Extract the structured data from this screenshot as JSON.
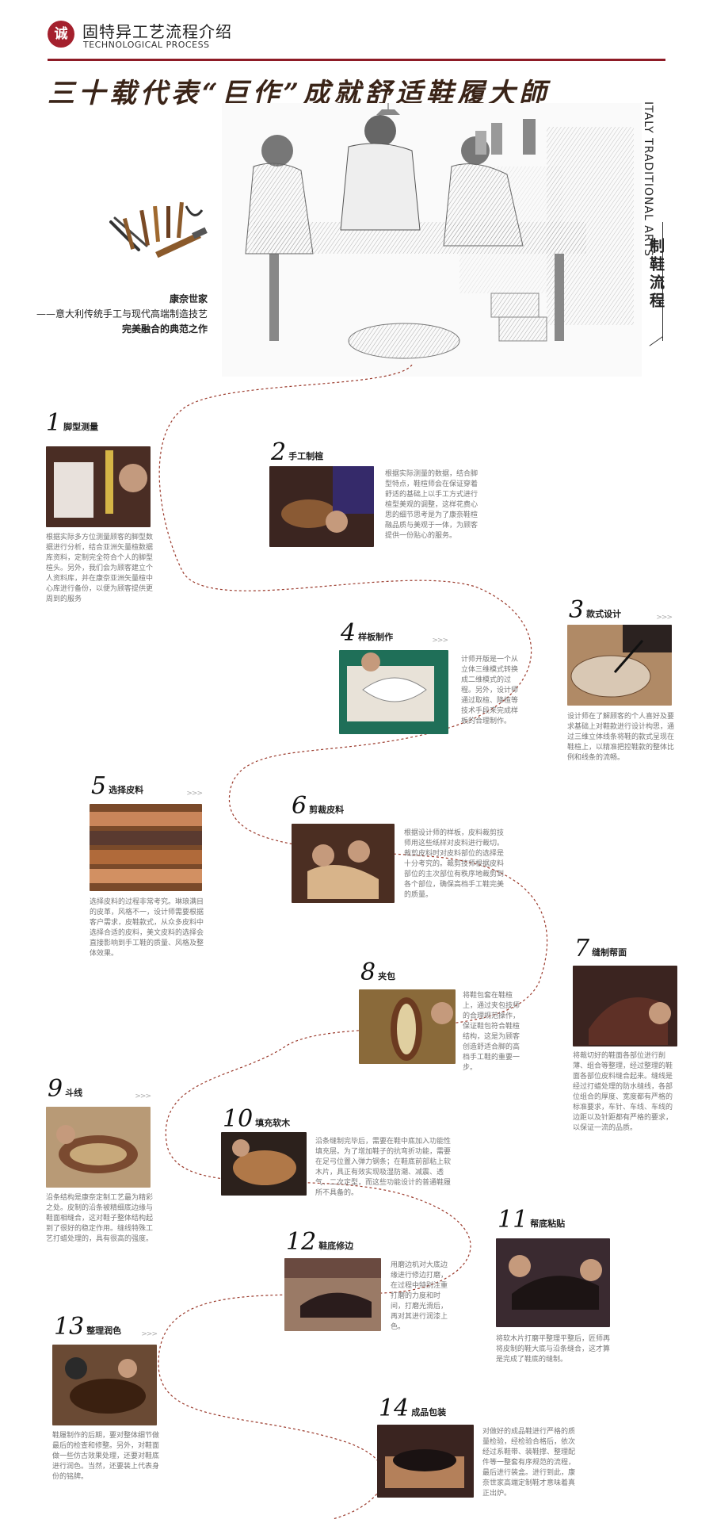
{
  "header": {
    "badge": "诚",
    "title_cn": "固特异工艺流程介绍",
    "title_en": "TECHNOLOGICAL PROCESS"
  },
  "banner_title": "三十载代表“巨作”成就舒适鞋履大師",
  "side": {
    "en": "ITALY TRADITIONAL ARTS",
    "cn": "制鞋流程"
  },
  "brand": {
    "name": "康奈世家",
    "line1": "——意大利传统手工与现代高端制造技艺",
    "line2": "完美融合的典范之作"
  },
  "arrow_glyph": ">>>",
  "steps": [
    {
      "num": "1",
      "label": "脚型测量",
      "desc": "根据实际多方位测量顾客的脚型数据进行分析，结合亚洲矢量楦数据库资料，定制完全符合个人的脚型楦头。另外，我们会为顾客建立个人资料库，并在康奈亚洲矢量楦中心库进行备份，以便为顾客提供更周到的服务"
    },
    {
      "num": "2",
      "label": "手工制楦",
      "desc": "根据实际测量的数据，结合脚型特点，鞋楦师会在保证穿着舒适的基础上以手工方式进行楦型美观的调整，这样花费心思的细节思考是为了康奈鞋楦融品质与美观于一体，为顾客提供一份贴心的服务。"
    },
    {
      "num": "3",
      "label": "款式设计",
      "desc": "设计师在了解顾客的个人喜好及要求基础上对鞋款进行设计构思，通过三维立体线条将鞋的款式呈现在鞋楦上，以精准把控鞋款的整体比例和线条的流畅。"
    },
    {
      "num": "4",
      "label": "样板制作",
      "desc": "计师开版是一个从立体三维模式转换成二维模式的过程。另外，设计师通过取楦、降楦等技术手段来完成样板的合理制作。"
    },
    {
      "num": "5",
      "label": "选择皮料",
      "desc": "选择皮料的过程非常考究。琳琅满目的皮革，风格不一，设计师需要根据客户需求，皮鞋款式，从众多皮料中选择合适的皮料，美文皮料的选择会直接影响到手工鞋的质量、风格及整体效果。"
    },
    {
      "num": "6",
      "label": "剪裁皮料",
      "desc": "根据设计师的样板，皮料裁剪技师用这些纸样对皮料进行裁切。裁剪皮料时对皮料部位的选择是十分考究的。裁剪技师根据皮料部位的主次部位有秩序地裁剪到各个部位，确保高档手工鞋完美的质量。"
    },
    {
      "num": "7",
      "label": "缝制帮面",
      "desc": "将裁切好的鞋面各部位进行削薄、组合等整理，经过整理的鞋面各部位皮料缝合起来。缝线是经过打蜡处理的防水缝线，各部位组合的厚度、宽度都有严格的标准要求，车针、车线、车线的边距以及针距都有严格的要求，以保证一流的品质。"
    },
    {
      "num": "8",
      "label": "夹包",
      "desc": "将鞋包套在鞋楦上，通过夹包技师的合理规范操作，保证鞋包符合鞋楦结构，这是为顾客创造舒适合脚的高档手工鞋的重要一步。"
    },
    {
      "num": "9",
      "label": "斗线",
      "desc": "沿条结构是康奈定制工艺最为精彩之处。皮制的沿条被精细底边缘与鞋面相缝合，这对鞋子整体结构起到了很好的稳定作用。缝线特殊工艺打蜡处理的，具有很高的强度。"
    },
    {
      "num": "10",
      "label": "填充软木",
      "desc": "沿条缝制完毕后，需要在鞋中底加入功能性填充层。为了增加鞋子的抗弯折功能，需要在足弓位置入弹力钢条；在鞋底前部粘上软木片，具正有效实现吸湿防潮、减震、透气、二次定型，而这些功能设计的普通鞋履所不具备的。"
    },
    {
      "num": "11",
      "label": "帮底粘贴",
      "desc": "将软木片打磨平整理平整后，匠师再将皮制的鞋大底与沿条缝合，这才算是完成了鞋底的缝制。"
    },
    {
      "num": "12",
      "label": "鞋底修边",
      "desc": "用磨边机对大底边缘进行修边打磨，在过程中特别注重打磨的力度和时间，打磨光滑后，再对其进行润漆上色。"
    },
    {
      "num": "13",
      "label": "整理润色",
      "desc": "鞋履制作的后期，要对整体细节做最后的检查和修整。另外，对鞋面做一些仿古效果处理，还要对鞋底进行润色。当然，还要装上代表身份的铭牌。"
    },
    {
      "num": "14",
      "label": "成品包装",
      "desc": "对做好的成品鞋进行严格的质量检验，经检验合格后，依次经过系鞋带、装鞋撑、整理配件等一整套有序规范的流程，最后进行装盒。进行到此，康奈世家高端定制鞋才意味着真正出炉。"
    }
  ]
}
